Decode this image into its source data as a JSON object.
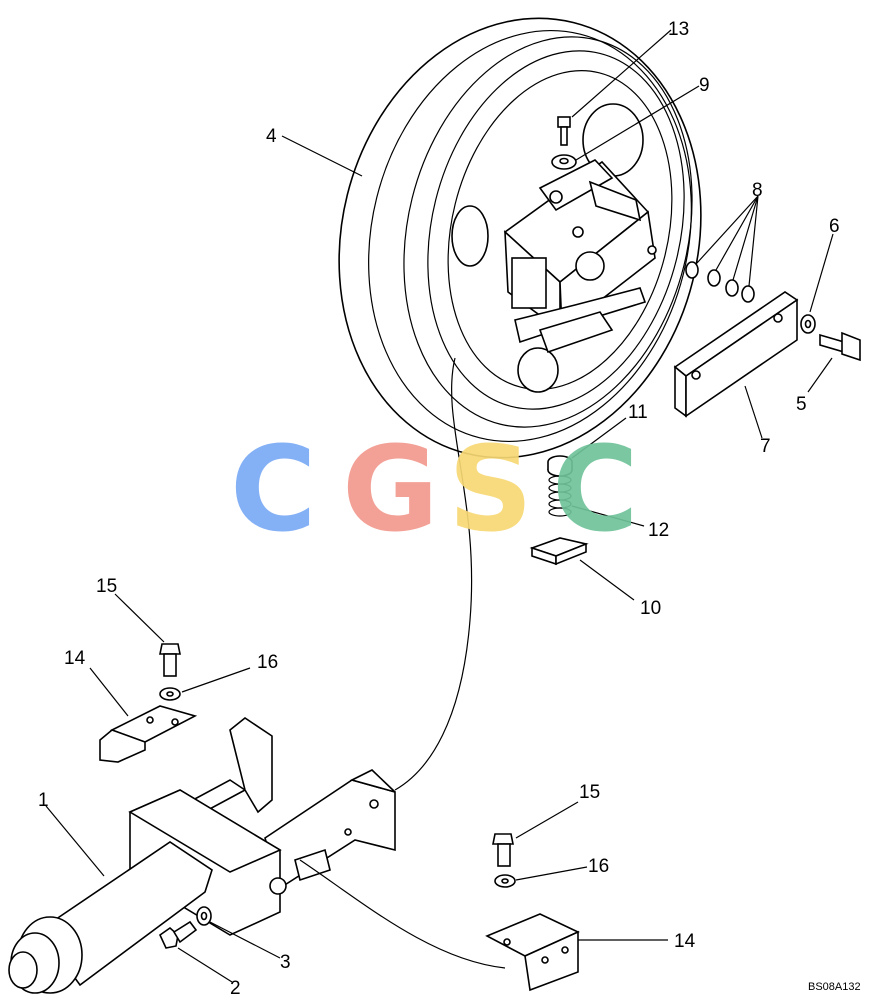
{
  "diagram": {
    "drawing_code": "BS08A132",
    "callouts": [
      "1",
      "2",
      "3",
      "4",
      "5",
      "6",
      "7",
      "8",
      "9",
      "10",
      "11",
      "12",
      "13",
      "14",
      "15",
      "16",
      "15",
      "16",
      "14"
    ],
    "watermark": {
      "letters": [
        "C",
        "G",
        "S",
        "C"
      ],
      "colors": [
        "#7aaaf6",
        "#f29a8f",
        "#f7d874",
        "#6fc39a"
      ]
    }
  }
}
